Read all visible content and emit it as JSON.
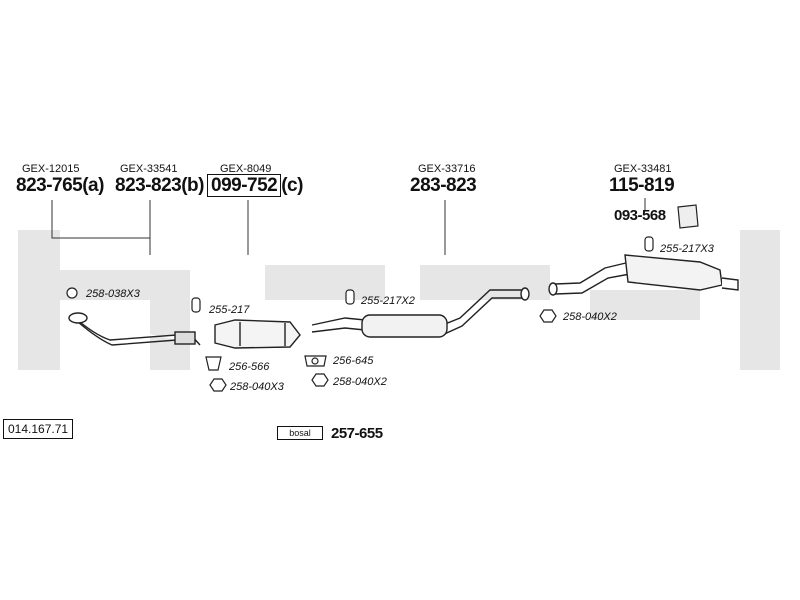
{
  "diagram": {
    "reference_number": "014.167.71",
    "brand_logo": "bosal",
    "total_kit_number": "257-655",
    "groups": [
      {
        "code": "GEX-12015",
        "part": "823-765",
        "suffix": "(a)"
      },
      {
        "code": "GEX-33541",
        "part": "823-823",
        "suffix": "(b)"
      },
      {
        "code": "GEX-8049",
        "part": "099-752",
        "suffix": "(c)"
      },
      {
        "code": "GEX-33716",
        "part": "283-823",
        "suffix": ""
      },
      {
        "code": "GEX-33481",
        "part": "115-819",
        "suffix": ""
      }
    ],
    "secondary_part": "093-568",
    "fittings": [
      "258-038X3",
      "255-217",
      "256-566",
      "258-040X3",
      "255-217X2",
      "256-645",
      "258-040X2",
      "258-040X2",
      "255-217X3"
    ]
  }
}
